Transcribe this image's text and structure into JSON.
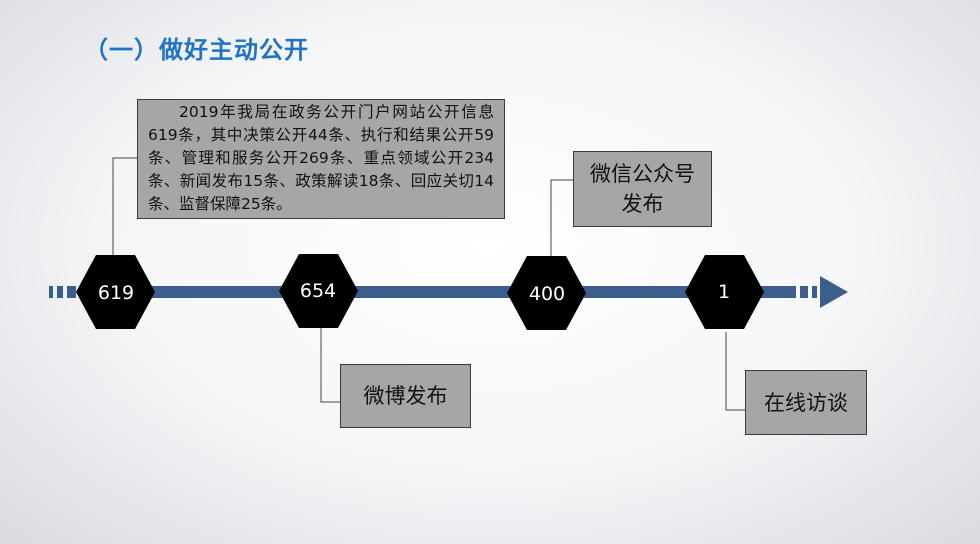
{
  "title": "（一）做好主动公开",
  "summary_text": "2019年我局在政务公开门户网站公开信息619条，其中决策公开44条、执行和结果公开59条、管理和服务公开269条、重点领域公开234条、新闻发布15条、政策解读18条、回应关切14条、监督保障25条。",
  "milestones": [
    {
      "value": "619",
      "label": ""
    },
    {
      "value": "654",
      "label": "微博发布"
    },
    {
      "value": "400",
      "label": "微信公众号发布"
    },
    {
      "value": "1",
      "label": "在线访谈"
    }
  ],
  "colors": {
    "title": "#1f73c6",
    "timeline_bar": "#3b5e8d",
    "hexagon": "#000000",
    "box_fill": "#a6a6a6",
    "box_border": "#3a3a3a"
  }
}
